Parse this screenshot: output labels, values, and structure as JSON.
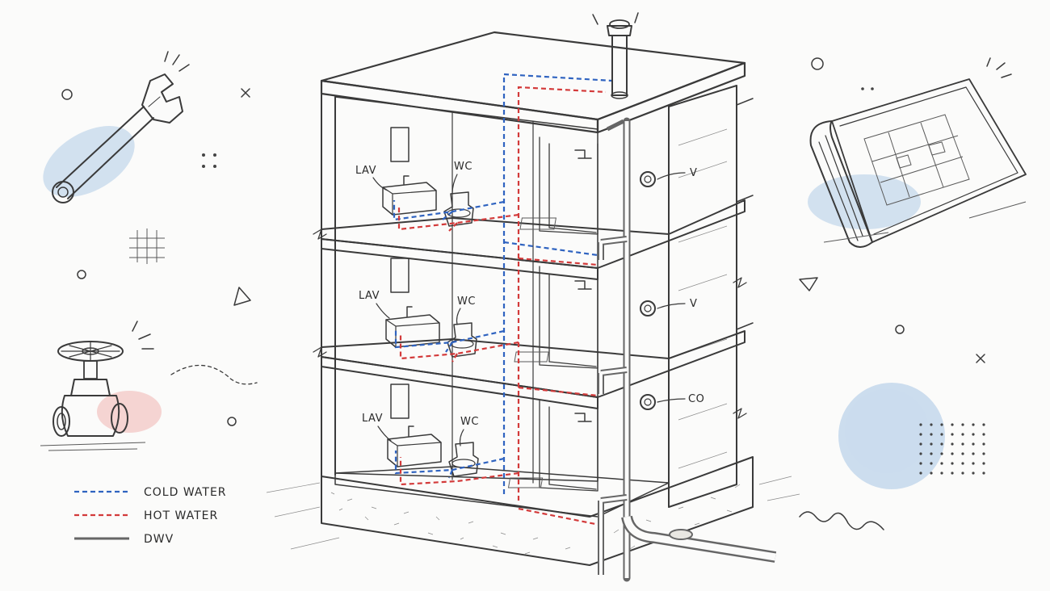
{
  "colors": {
    "cold_water": "#2f63c0",
    "hot_water": "#d33a3a",
    "dwv": "#666666",
    "ink": "#3a3a3a",
    "wash_blue": "#bcd3ea",
    "wash_red": "#f2c3c0"
  },
  "floors": [
    {
      "lav_label": "LAV",
      "wc_label": "WC"
    },
    {
      "lav_label": "LAV",
      "wc_label": "WC"
    },
    {
      "lav_label": "LAV",
      "wc_label": "WC"
    }
  ],
  "stack_callouts": [
    "V",
    "V",
    "CO"
  ],
  "legend": [
    {
      "label": "COLD WATER",
      "line": "dashed",
      "color_key": "cold_water"
    },
    {
      "label": "HOT WATER",
      "line": "dashed",
      "color_key": "hot_water"
    },
    {
      "label": "DWV",
      "line": "solid",
      "color_key": "dwv"
    }
  ],
  "decorations": [
    "wrench-icon",
    "gate-valve-icon",
    "blueprint-roll-icon",
    "vent-cap-icon",
    "watercolor-circle",
    "dot-grid",
    "squiggle"
  ]
}
